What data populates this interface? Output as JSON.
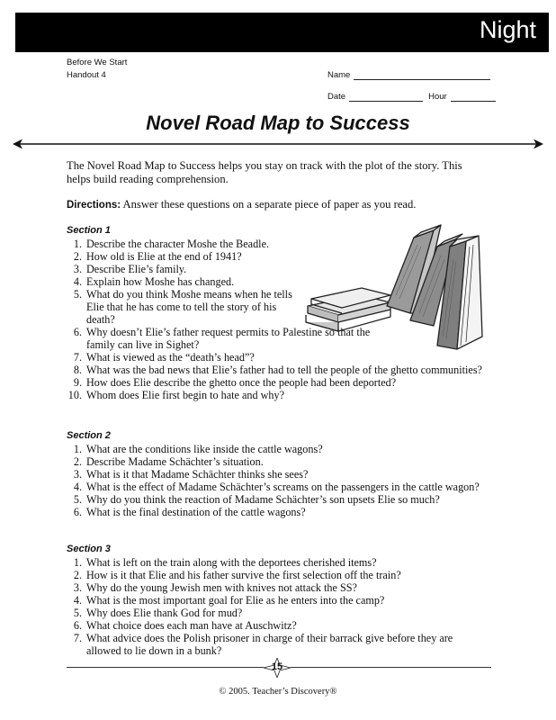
{
  "header": {
    "book_title": "Night"
  },
  "meta": {
    "line1": "Before We Start",
    "line2": "Handout 4"
  },
  "fields": {
    "name_label": "Name",
    "date_label": "Date",
    "hour_label": "Hour"
  },
  "title": "Novel Road Map to Success",
  "intro": "The Novel Road Map to Success helps you stay on track with the plot of the story. This helps build reading comprehension.",
  "directions": {
    "label": "Directions:",
    "text": " Answer these questions on a separate piece of paper as you read."
  },
  "sections": [
    {
      "heading": "Section 1",
      "items": [
        {
          "num": "1.",
          "text": "Describe the character Moshe the Beadle."
        },
        {
          "num": "2.",
          "text": "How old is Elie at the end of 1941?"
        },
        {
          "num": "3.",
          "text": "Describe Elie’s family."
        },
        {
          "num": "4.",
          "text": "Explain how Moshe has changed."
        },
        {
          "num": "5.",
          "text": "What do you think Moshe means when he tells Elie that he has come to tell the story of his death?"
        },
        {
          "num": "6.",
          "text": "Why doesn’t Elie’s father request permits to Palestine so that the family can live in Sighet?"
        },
        {
          "num": "7.",
          "text": "What is viewed as the “death’s head”?"
        },
        {
          "num": "8.",
          "text": "What was the bad news that Elie’s father had to tell the people of the ghetto communities?"
        },
        {
          "num": "9.",
          "text": "How does Elie describe the ghetto once the people had been deported?"
        },
        {
          "num": "10.",
          "text": "Whom does Elie first begin to hate and why?"
        }
      ]
    },
    {
      "heading": "Section 2",
      "items": [
        {
          "num": "1.",
          "text": "What are the conditions like inside the cattle wagons?"
        },
        {
          "num": "2.",
          "text": "Describe Madame Schächter’s situation."
        },
        {
          "num": "3.",
          "text": "What is it that Madame Schächter thinks she sees?"
        },
        {
          "num": "4.",
          "text": "What is the effect of Madame Schächter’s screams on the passengers in the cattle wagon?"
        },
        {
          "num": "5.",
          "text": "Why do you think the reaction of Madame Schächter’s son upsets Elie so much?"
        },
        {
          "num": "6.",
          "text": "What is the final destination of the cattle wagons?"
        }
      ]
    },
    {
      "heading": "Section 3",
      "items": [
        {
          "num": "1.",
          "text": "What is left on the train along with the deportees cherished items?"
        },
        {
          "num": "2.",
          "text": "How is it that Elie and his father survive the first selection off the train?"
        },
        {
          "num": "3.",
          "text": "Why do the young Jewish men with knives not attack the SS?"
        },
        {
          "num": "4.",
          "text": "What is the most important goal for Elie as he enters into the camp?"
        },
        {
          "num": "5.",
          "text": "Why does Elie thank God for mud?"
        },
        {
          "num": "6.",
          "text": "What choice does each man have at Auschwitz?"
        },
        {
          "num": "7.",
          "text": "What advice does the Polish prisoner in charge of their barrack give before they are allowed to lie down in a bunk?"
        }
      ]
    }
  ],
  "footer": {
    "page_number": "15",
    "copyright": "© 2005. Teacher’s Discovery®"
  },
  "icons": {
    "divider": "double-arrow-icon",
    "illustration": "books-illustration",
    "badge": "compass-star-icon"
  }
}
